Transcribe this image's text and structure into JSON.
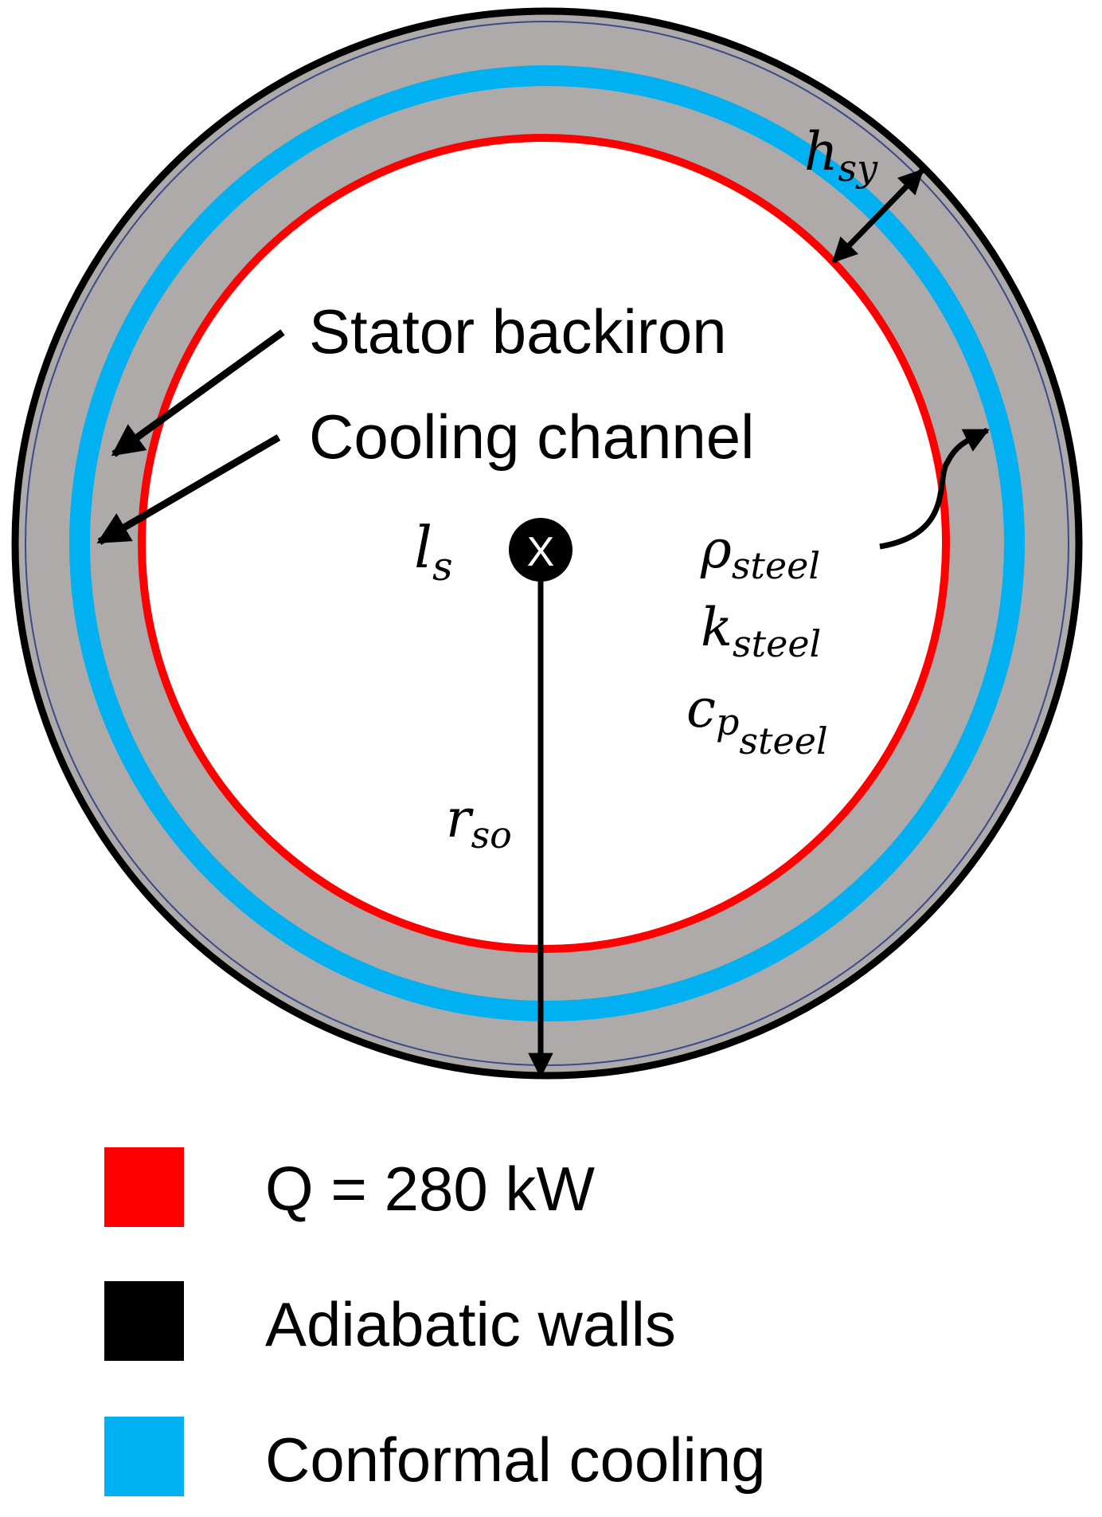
{
  "labels": {
    "stator_backiron": "Stator backiron",
    "cooling_channel": "Cooling channel"
  },
  "symbols": {
    "hsy_main": "h",
    "hsy_sub": "sy",
    "ls_main": "l",
    "ls_sub": "s",
    "rso_main": "r",
    "rso_sub": "so",
    "rho_main": "ρ",
    "rho_sub": "steel",
    "k_main": "k",
    "k_sub": "steel",
    "cp_main": "c",
    "cp_sub1": "p",
    "cp_sub2": "steel",
    "center_mark": "X"
  },
  "legend": [
    {
      "label": "Q = 280 kW",
      "color": "#ff0000"
    },
    {
      "label": "Adiabatic walls",
      "color": "#000000"
    },
    {
      "label": "Conformal cooling",
      "color": "#00b0f0"
    }
  ],
  "colors": {
    "steel": "#aeaaaa",
    "heat_boundary": "#ff0000",
    "cooling": "#00b0f0",
    "wall": "#000000",
    "interior": "#ffffff"
  }
}
